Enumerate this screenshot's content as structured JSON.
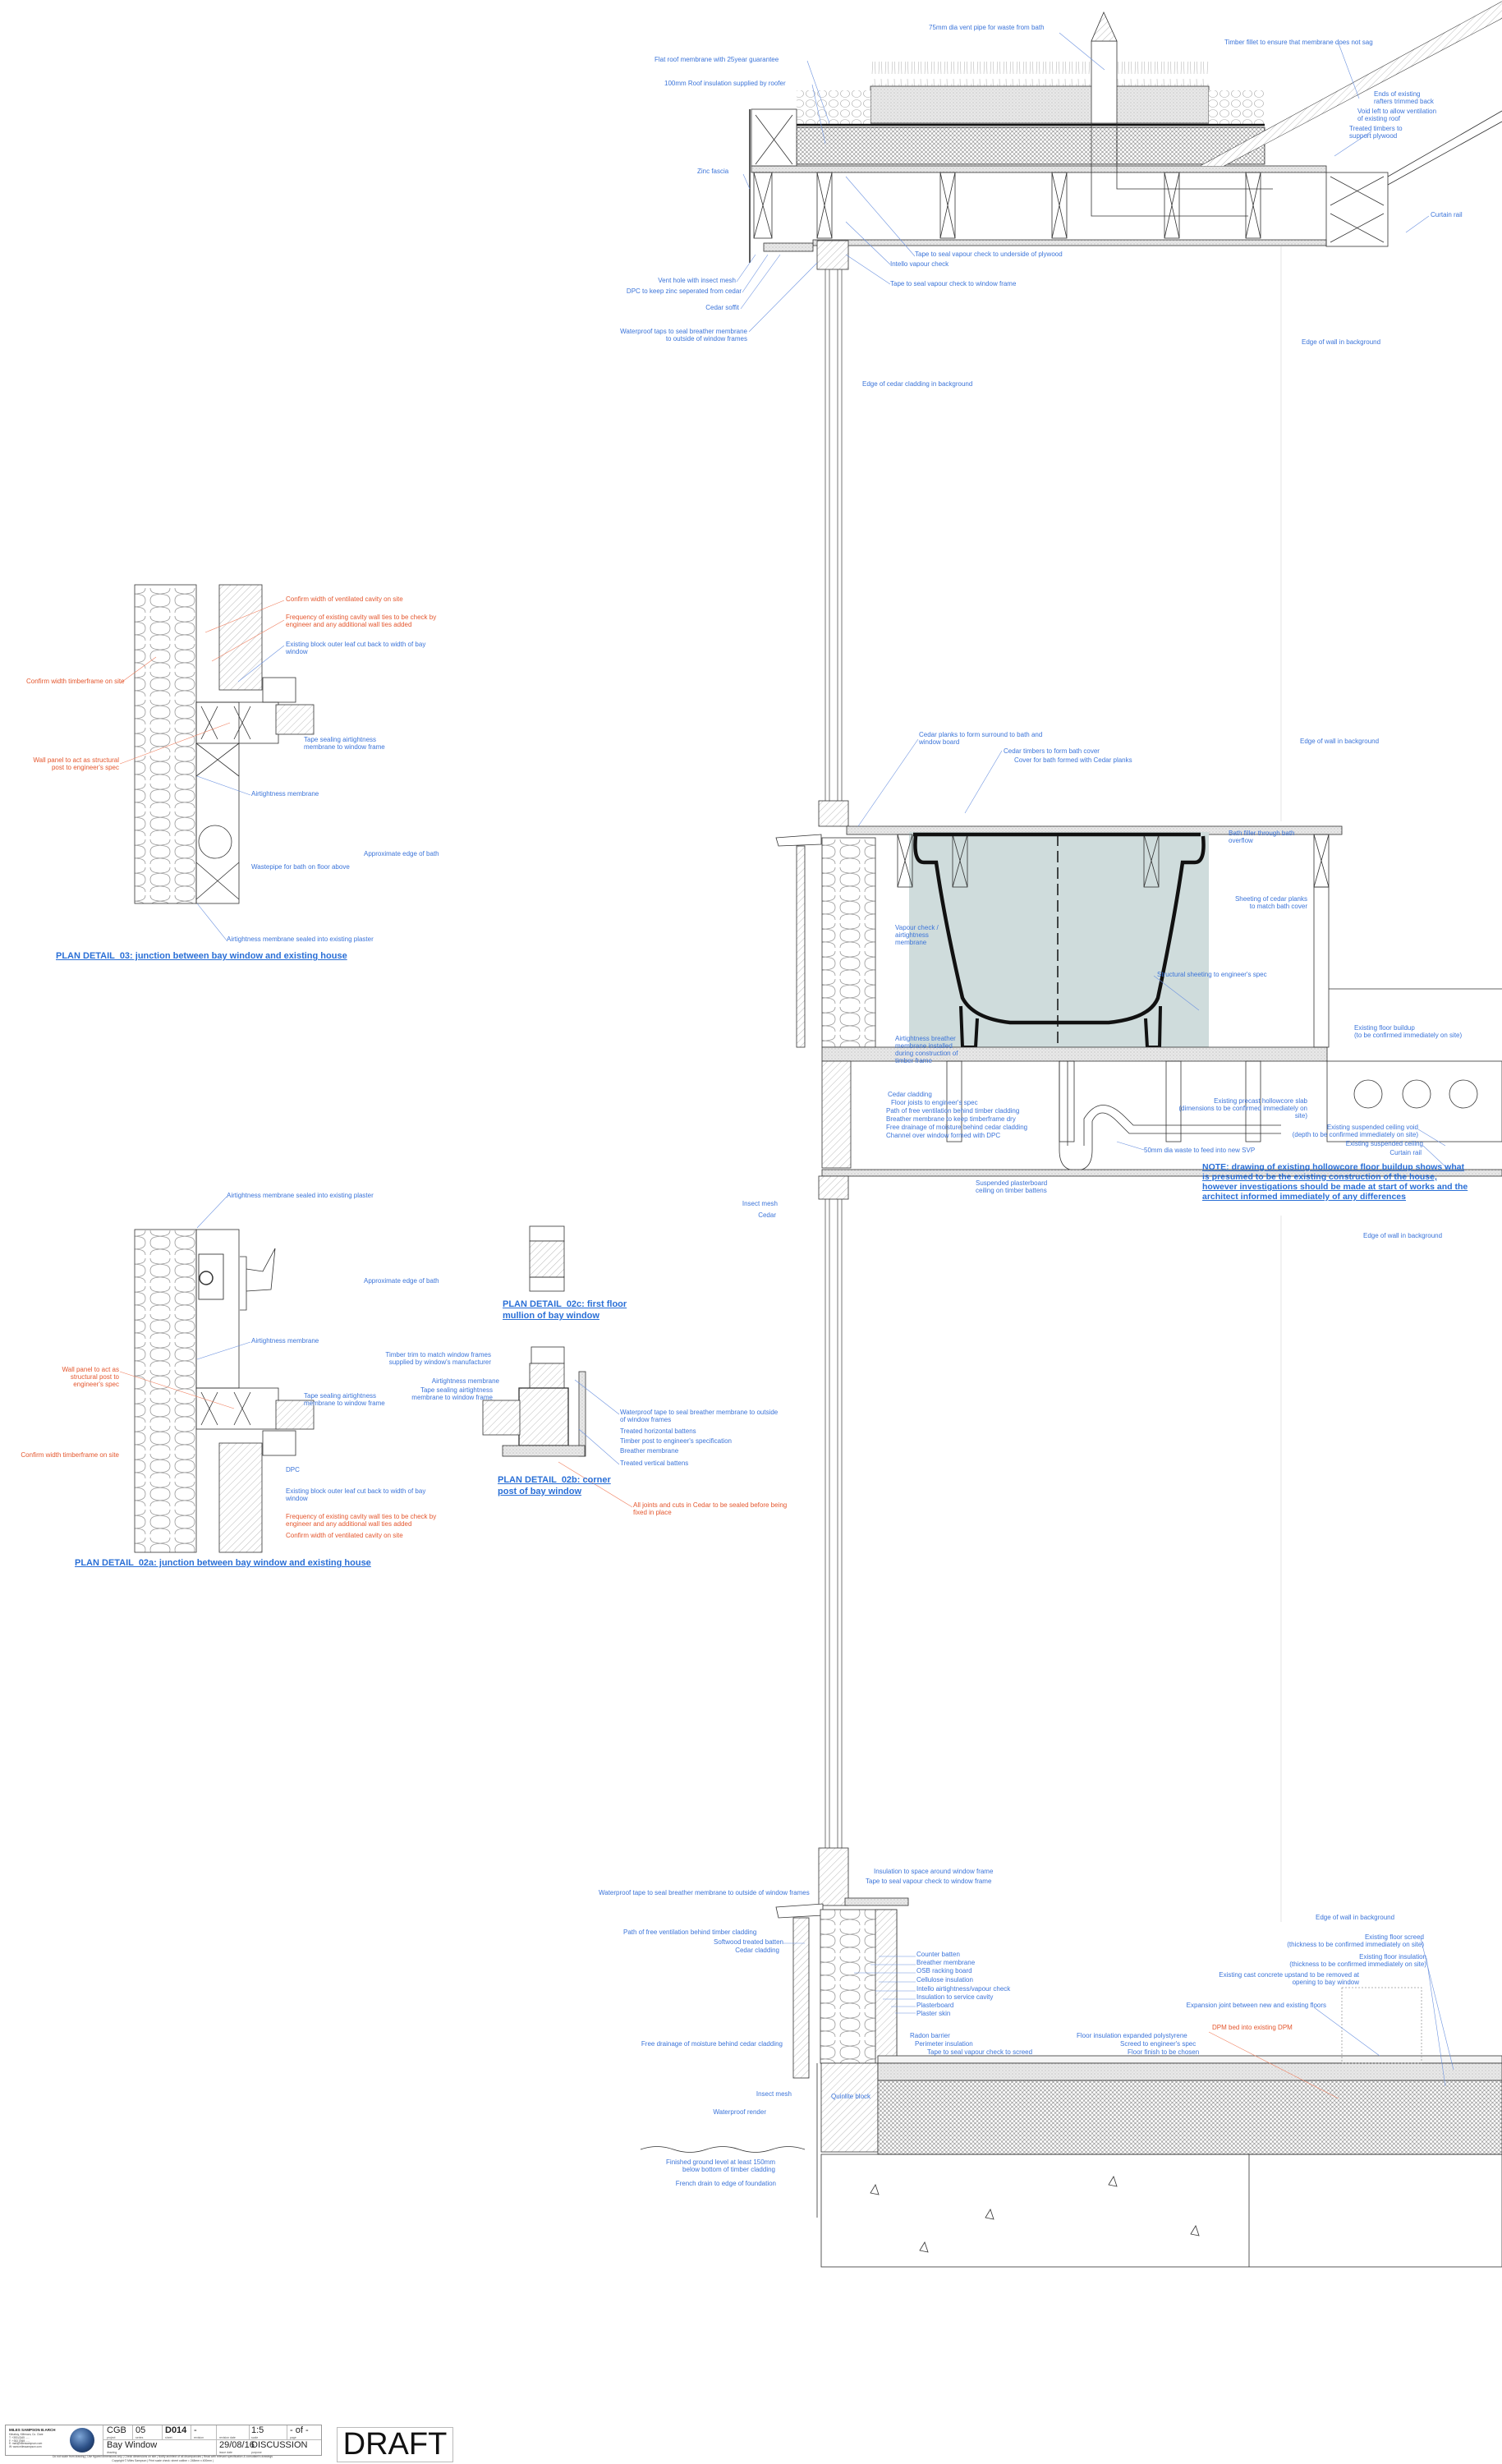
{
  "colors": {
    "annotation": "#3b74d9",
    "warning": "#e4572e",
    "bath_fill": "#cfdcdc"
  },
  "roof_section": {
    "labels": [
      "75mm dia vent pipe for waste from bath",
      "Timber fillet to ensure that membrane does not sag",
      "Flat roof membrane with 25year guarantee",
      "100mm Roof insulation supplied by roofer",
      "Ends of existing\nrafters trimmed back",
      "Void left to allow ventilation\nof existing roof",
      "Treated timbers to\nsupport plywood",
      "Zinc fascia",
      "Curtain rail",
      "Tape to seal vapour check to underside of plywood",
      "Intello vapour check",
      "Tape to seal vapour check to window frame",
      "Vent hole with insect mesh",
      "DPC to keep zinc seperated from cedar",
      "Cedar soffit",
      "Waterproof taps to seal breather membrane\nto outside of window frames",
      "Edge of wall in background",
      "Edge of cedar cladding in background"
    ]
  },
  "bath_section": {
    "labels": [
      "Cedar planks to form surround to bath and\nwindow board",
      "Cedar timbers to form bath cover",
      "Cover for bath formed with Cedar planks",
      "Edge of wall in background",
      "Bath filler through bath\noverflow",
      "Sheeting of cedar planks\nto match bath cover",
      "Vapour check /\nairtightness\nmembrane",
      "Structural sheeting to engineer's spec",
      "Existing floor buildup\n(to be confirmed immediately on site)",
      "Airtightness breather\nmembrane installed\nduring construction of\ntimber frame",
      "Cedar cladding",
      "Floor joists to engineer's spec",
      "Path of free ventilation behind timber cladding",
      "Breather membrane to keep timberframe dry",
      "Free drainage of moisture behind cedar cladding",
      "Channel over window formed with DPC",
      "Existing precast hollowcore slab\n(dimensions to be confirmed immediately on\nsite)",
      "Existing suspended ceiling void\n(depth to be confirmed immediately on site)",
      "Existing suspended ceiling",
      "Curtain rail",
      "50mm dia waste to feed into new SVP",
      "Suspended plasterboard\nceiling on timber battens",
      "Edge of wall in background",
      "Insect mesh",
      "Cedar"
    ],
    "note": "NOTE: drawing of existing hollowcore floor buildup shows what is presumed to be the existing construction of the house, however investigations should be made at start of works and the architect informed immediately of any differences"
  },
  "base_section": {
    "labels": [
      "Insulation to space around window frame",
      "Tape to seal vapour check to window frame",
      "Waterproof tape to seal breather membrane to outside of window frames",
      "Path of free ventilation behind timber cladding",
      "Softwood treated batten",
      "Cedar cladding",
      "Counter batten",
      "Breather membrane",
      "OSB racking board",
      "Cellulose insulation",
      "Intello airtightness/vapour check",
      "Insulation to service cavity",
      "Plasterboard",
      "Plaster skin",
      "Radon barrier",
      "Perimeter insulation",
      "Tape to seal vapour check to screed",
      "Free drainage of moisture behind cedar cladding",
      "Insect mesh",
      "Quinlite block",
      "Waterproof render",
      "Finished ground level at least 150mm\nbelow bottom of timber cladding",
      "French drain to edge of foundation"
    ]
  },
  "floor_junction": {
    "labels": [
      "Edge of wall in background",
      "Existing floor screed\n(thickness to be confirmed immediately on site)",
      "Existing floor insulation\n(thickness to be confirmed immediately on site)",
      "Existing cast concrete upstand to be removed at\nopening to bay window",
      "Expansion joint between new and existing floors",
      "DPM bed into existing DPM",
      "Floor insulation expanded polystyrene",
      "Screed to engineer's spec",
      "Floor finish to be chosen"
    ]
  },
  "plan_03": {
    "title": "PLAN DETAIL  03: junction between bay window and existing house",
    "labels": [
      "Confirm width of ventilated cavity on site",
      "Frequency of existing cavity wall ties to be check by\nengineer and any additional wall ties added",
      "Existing block outer leaf cut back to width of bay\nwindow",
      "Confirm width timberframe on site",
      "Tape sealing airtightness\nmembrane to window frame",
      "Wall panel to act as structural\npost to engineer's spec",
      "Airtightness membrane",
      "Approximate edge of bath",
      "Wastepipe for bath on floor above",
      "Airtightness membrane sealed into existing plaster"
    ]
  },
  "plan_02a": {
    "title": "PLAN DETAIL  02a: junction between bay window and existing house",
    "labels": [
      "Airtightness membrane sealed into existing plaster",
      "Approximate edge of bath",
      "Airtightness membrane",
      "Wall panel to act as\nstructural post to\nengineer's spec",
      "Tape sealing airtightness\nmembrane to window frame",
      "Confirm width timberframe on site",
      "DPC",
      "Existing block outer leaf cut back to width of bay\nwindow",
      "Frequency of existing cavity wall ties to be check by\nengineer and any additional wall ties added",
      "Confirm width of ventilated cavity on site"
    ]
  },
  "plan_02c": {
    "title": "PLAN DETAIL  02c: first floor\nmullion of bay window"
  },
  "plan_02b": {
    "title": "PLAN DETAIL  02b: corner\npost of bay window",
    "labels": [
      "Timber trim to match window frames\nsupplied by window's manufacturer",
      "Airtightness membrane",
      "Tape sealing airtightness\nmembrane to window frame",
      "Waterproof tape to seal breather membrane to outside\nof window frames",
      "Treated horizontal battens",
      "Timber post to engineer's specification",
      "Breather membrane",
      "Treated vertical battens",
      "All joints and cuts in Cedar to be sealed before being\nfixed in place"
    ]
  },
  "title_block": {
    "firm": "MILES SAMPSON B.ARCH",
    "address": "Kilnaboy, Kilfenora, Co. Clare\nT: +353 (0)65 ......\nF: +353 (0)65 ......\nE: mail@milessampson.com\nW: www.milessampson.com",
    "project": "CGB",
    "project_label": "project",
    "series": "05",
    "series_label": "series",
    "sheet": "D014",
    "sheet_label": "sheet",
    "revision": "-",
    "revision_label": "revision",
    "revision_date_label": "revision date",
    "scale": "1:5",
    "scale_label": "scale",
    "page": "- of -",
    "page_label": "page",
    "drawing": "Bay Window",
    "drawing_label": "drawing",
    "issue_date": "29/08/16",
    "issue_date_label": "issue date",
    "purpose": "DISCUSSION",
    "purpose_label": "purpose",
    "footer_1": "Do not scale from drawing  |  Use figured dimensions only  |  Check dimensions on site  |  Notify architect of all discrepancies  |  Read with relevant specification & consultant's drawings",
    "footer_2": "Copyright © Miles Sampson  |  Print scale check: sheet outline = 248mm x 400mm  |",
    "stamp": "DRAFT"
  }
}
